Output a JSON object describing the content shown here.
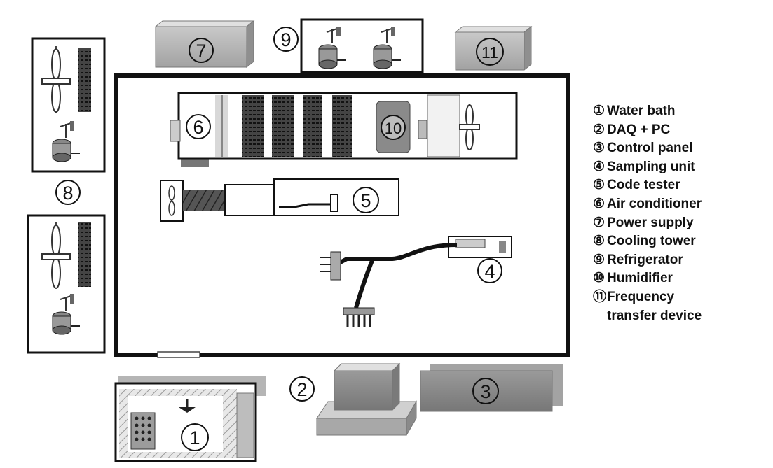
{
  "diagram": {
    "badges": {
      "n1": "1",
      "n2": "2",
      "n3": "3",
      "n4": "4",
      "n5": "5",
      "n6": "6",
      "n7": "7",
      "n8": "8",
      "n9": "9",
      "n10": "10",
      "n11": "11"
    },
    "legend": [
      {
        "marker": "①",
        "label": "Water bath"
      },
      {
        "marker": "②",
        "label": "DAQ + PC"
      },
      {
        "marker": "③",
        "label": "Control panel"
      },
      {
        "marker": "④",
        "label": "Sampling unit"
      },
      {
        "marker": "⑤",
        "label": "Code tester"
      },
      {
        "marker": "⑥",
        "label": "Air conditioner"
      },
      {
        "marker": "⑦",
        "label": "Power supply"
      },
      {
        "marker": "⑧",
        "label": "Cooling tower"
      },
      {
        "marker": "⑨",
        "label": "Refrigerator"
      },
      {
        "marker": "⑩",
        "label": "Humidifier"
      },
      {
        "marker": "⑪",
        "label": "Frequency",
        "continuation": "transfer device"
      }
    ],
    "colors": {
      "frame": "#111111",
      "box_face": "#b9b9b9",
      "box_top": "#e2e2e2",
      "box_side": "#8f8f8f",
      "background": "#ffffff"
    }
  }
}
